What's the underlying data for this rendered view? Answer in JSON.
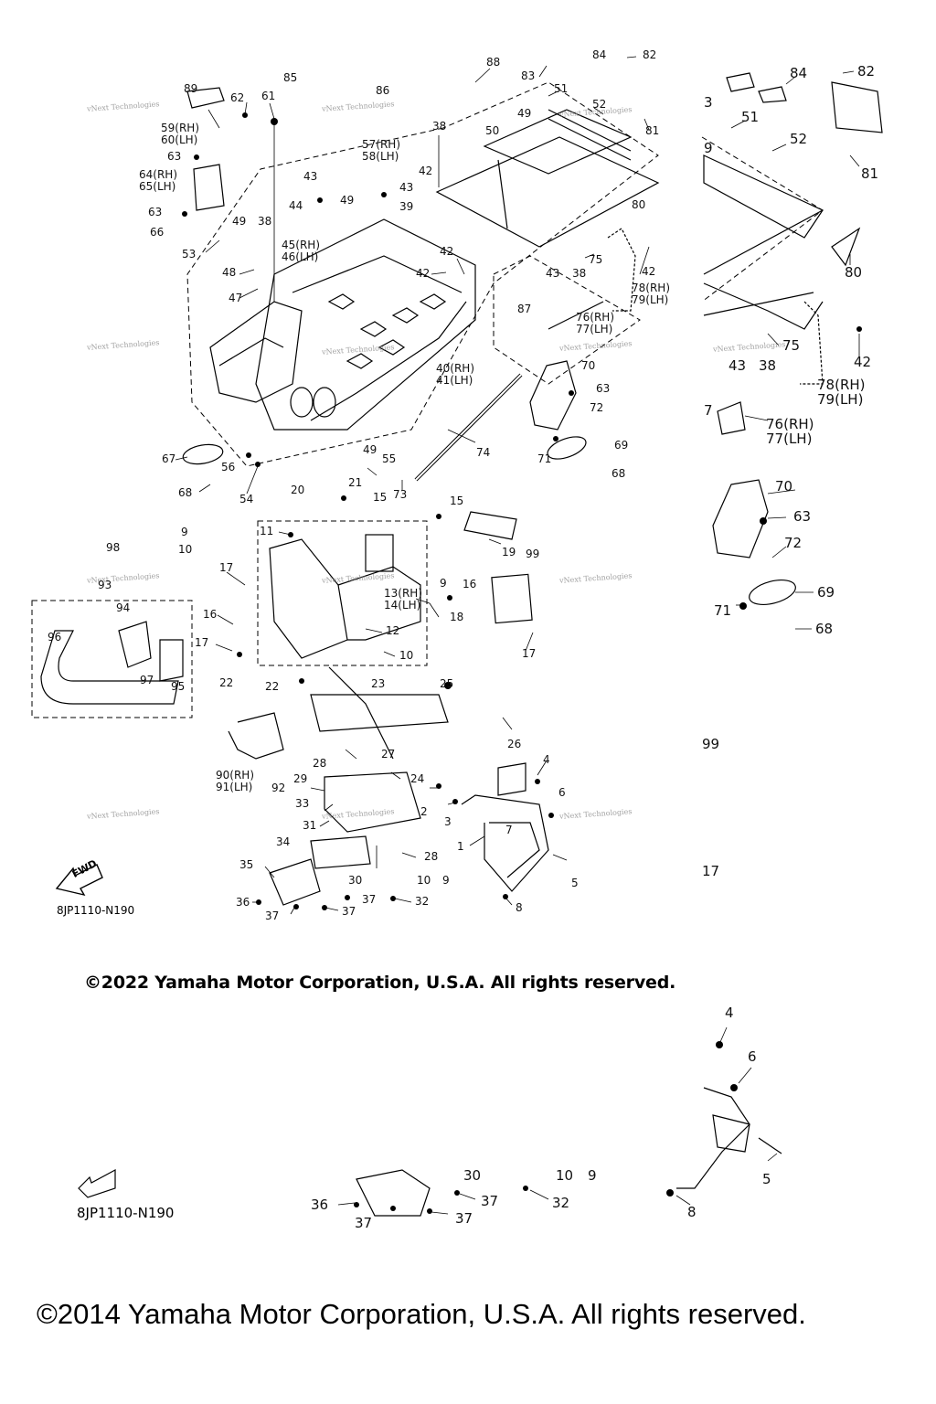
{
  "diagram": {
    "copyright_top": "©2022 Yamaha Motor Corporation, U.S.A. All rights reserved.",
    "copyright_bottom": "©2014 Yamaha Motor Corporation, U.S.A. All rights reserved.",
    "diagram_code_top": "8JP1110-N190",
    "diagram_code_bottom": "8JP1110-N190",
    "fwd_label": "FWD",
    "watermark": "vNext Technologies",
    "callouts": [
      {
        "id": "c89",
        "text": "89"
      },
      {
        "id": "c62",
        "text": "62"
      },
      {
        "id": "c61",
        "text": "61"
      },
      {
        "id": "c85",
        "text": "85"
      },
      {
        "id": "c86",
        "text": "86"
      },
      {
        "id": "c88",
        "text": "88"
      },
      {
        "id": "c83",
        "text": "83"
      },
      {
        "id": "c84",
        "text": "84"
      },
      {
        "id": "c82",
        "text": "82"
      },
      {
        "id": "c51",
        "text": "51"
      },
      {
        "id": "c52",
        "text": "52"
      },
      {
        "id": "c81",
        "text": "81"
      },
      {
        "id": "c59",
        "text": "59(RH)\n60(LH)"
      },
      {
        "id": "c38",
        "text": "38"
      },
      {
        "id": "c49a",
        "text": "49"
      },
      {
        "id": "c50",
        "text": "50"
      },
      {
        "id": "c63a",
        "text": "63"
      },
      {
        "id": "c57",
        "text": "57(RH)\n58(LH)"
      },
      {
        "id": "c64",
        "text": "64(RH)\n65(LH)"
      },
      {
        "id": "c42a",
        "text": "42"
      },
      {
        "id": "c43a",
        "text": "43"
      },
      {
        "id": "c44",
        "text": "44"
      },
      {
        "id": "c49b",
        "text": "49"
      },
      {
        "id": "c43b",
        "text": "43"
      },
      {
        "id": "c39",
        "text": "39"
      },
      {
        "id": "c80",
        "text": "80"
      },
      {
        "id": "c63b",
        "text": "63"
      },
      {
        "id": "c66",
        "text": "66"
      },
      {
        "id": "c49c",
        "text": "49"
      },
      {
        "id": "c38b",
        "text": "38"
      },
      {
        "id": "c45",
        "text": "45(RH)\n46(LH)"
      },
      {
        "id": "c53",
        "text": "53"
      },
      {
        "id": "c42b",
        "text": "42"
      },
      {
        "id": "c75",
        "text": "75"
      },
      {
        "id": "c42c",
        "text": "42"
      },
      {
        "id": "c48",
        "text": "48"
      },
      {
        "id": "c42d",
        "text": "42"
      },
      {
        "id": "c43c",
        "text": "43"
      },
      {
        "id": "c38c",
        "text": "38"
      },
      {
        "id": "c78",
        "text": "78(RH)\n79(LH)"
      },
      {
        "id": "c47",
        "text": "47"
      },
      {
        "id": "c87",
        "text": "87"
      },
      {
        "id": "c76",
        "text": "76(RH)\n77(LH)"
      },
      {
        "id": "c40",
        "text": "40(RH)\n41(LH)"
      },
      {
        "id": "c70",
        "text": "70"
      },
      {
        "id": "c63c",
        "text": "63"
      },
      {
        "id": "c72",
        "text": "72"
      },
      {
        "id": "c49d",
        "text": "49"
      },
      {
        "id": "c55",
        "text": "55"
      },
      {
        "id": "c74",
        "text": "74"
      },
      {
        "id": "c69",
        "text": "69"
      },
      {
        "id": "c67",
        "text": "67"
      },
      {
        "id": "c56",
        "text": "56"
      },
      {
        "id": "c71",
        "text": "71"
      },
      {
        "id": "c68a",
        "text": "68"
      },
      {
        "id": "c68b",
        "text": "68"
      },
      {
        "id": "c54",
        "text": "54"
      },
      {
        "id": "c73",
        "text": "73"
      },
      {
        "id": "c21",
        "text": "21"
      },
      {
        "id": "c20",
        "text": "20"
      },
      {
        "id": "c15a",
        "text": "15"
      },
      {
        "id": "c15b",
        "text": "15"
      },
      {
        "id": "c9a",
        "text": "9"
      },
      {
        "id": "c10a",
        "text": "10"
      },
      {
        "id": "c11",
        "text": "11"
      },
      {
        "id": "c19",
        "text": "19"
      },
      {
        "id": "c98",
        "text": "98"
      },
      {
        "id": "c93",
        "text": "93"
      },
      {
        "id": "c99a",
        "text": "99"
      },
      {
        "id": "c17a",
        "text": "17"
      },
      {
        "id": "c16a",
        "text": "16"
      },
      {
        "id": "c9b",
        "text": "9"
      },
      {
        "id": "c94",
        "text": "94"
      },
      {
        "id": "c16b",
        "text": "16"
      },
      {
        "id": "c13",
        "text": "13(RH)\n14(LH)"
      },
      {
        "id": "c18",
        "text": "18"
      },
      {
        "id": "c96",
        "text": "96"
      },
      {
        "id": "c12",
        "text": "12"
      },
      {
        "id": "c17b",
        "text": "17"
      },
      {
        "id": "c10b",
        "text": "10"
      },
      {
        "id": "c17c",
        "text": "17"
      },
      {
        "id": "c97",
        "text": "97"
      },
      {
        "id": "c95",
        "text": "95"
      },
      {
        "id": "c22a",
        "text": "22"
      },
      {
        "id": "c22b",
        "text": "22"
      },
      {
        "id": "c25",
        "text": "25"
      },
      {
        "id": "c23",
        "text": "23"
      },
      {
        "id": "c26",
        "text": "26"
      },
      {
        "id": "c28a",
        "text": "28"
      },
      {
        "id": "c27",
        "text": "27"
      },
      {
        "id": "c4a",
        "text": "4"
      },
      {
        "id": "c90",
        "text": "90(RH)\n91(LH)"
      },
      {
        "id": "c92",
        "text": "92"
      },
      {
        "id": "c29",
        "text": "29"
      },
      {
        "id": "c24",
        "text": "24"
      },
      {
        "id": "c6a",
        "text": "6"
      },
      {
        "id": "c2",
        "text": "2"
      },
      {
        "id": "c3",
        "text": "3"
      },
      {
        "id": "c33",
        "text": "33"
      },
      {
        "id": "c31",
        "text": "31"
      },
      {
        "id": "c7",
        "text": "7"
      },
      {
        "id": "c1",
        "text": "1"
      },
      {
        "id": "c34",
        "text": "34"
      },
      {
        "id": "c28b",
        "text": "28"
      },
      {
        "id": "c35",
        "text": "35"
      },
      {
        "id": "c30",
        "text": "30"
      },
      {
        "id": "c10c",
        "text": "10"
      },
      {
        "id": "c9c",
        "text": "9"
      },
      {
        "id": "c5a",
        "text": "5"
      },
      {
        "id": "c36",
        "text": "36"
      },
      {
        "id": "c37a",
        "text": "37"
      },
      {
        "id": "c37b",
        "text": "37"
      },
      {
        "id": "c32",
        "text": "32"
      },
      {
        "id": "c37c",
        "text": "37"
      },
      {
        "id": "c8a",
        "text": "8"
      },
      {
        "id": "z83",
        "text": "3"
      },
      {
        "id": "z84",
        "text": "84"
      },
      {
        "id": "z82",
        "text": "82"
      },
      {
        "id": "z51",
        "text": "51"
      },
      {
        "id": "z9",
        "text": "9"
      },
      {
        "id": "z52",
        "text": "52"
      },
      {
        "id": "z81",
        "text": "81"
      },
      {
        "id": "z80",
        "text": "80"
      },
      {
        "id": "z75",
        "text": "75"
      },
      {
        "id": "z42",
        "text": "42"
      },
      {
        "id": "z43",
        "text": "43"
      },
      {
        "id": "z38",
        "text": "38"
      },
      {
        "id": "z78",
        "text": "78(RH)\n79(LH)"
      },
      {
        "id": "z7",
        "text": "7"
      },
      {
        "id": "z76",
        "text": "76(RH)\n77(LH)"
      },
      {
        "id": "z70",
        "text": "70"
      },
      {
        "id": "z63",
        "text": "63"
      },
      {
        "id": "z72",
        "text": "72"
      },
      {
        "id": "z69",
        "text": "69"
      },
      {
        "id": "z71",
        "text": "71"
      },
      {
        "id": "z68",
        "text": "68"
      },
      {
        "id": "z99",
        "text": "99"
      },
      {
        "id": "z17",
        "text": "17"
      },
      {
        "id": "b4",
        "text": "4"
      },
      {
        "id": "b6",
        "text": "6"
      },
      {
        "id": "b5",
        "text": "5"
      },
      {
        "id": "b8",
        "text": "8"
      },
      {
        "id": "b30",
        "text": "30"
      },
      {
        "id": "b10",
        "text": "10"
      },
      {
        "id": "b9",
        "text": "9"
      },
      {
        "id": "b36",
        "text": "36"
      },
      {
        "id": "b37a",
        "text": "37"
      },
      {
        "id": "b37b",
        "text": "37"
      },
      {
        "id": "b37c",
        "text": "37"
      },
      {
        "id": "b32",
        "text": "32"
      }
    ]
  }
}
